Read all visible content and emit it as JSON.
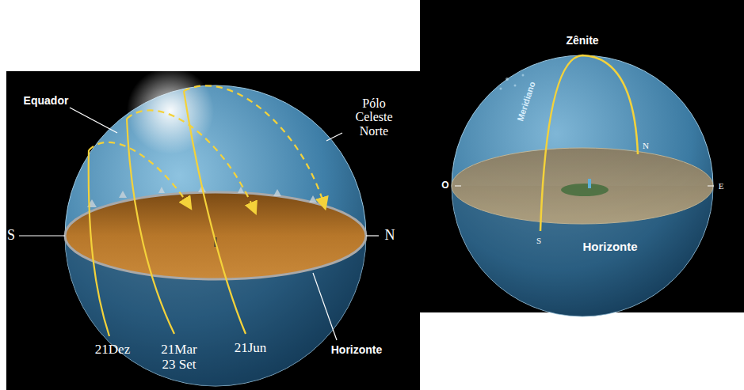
{
  "diagram": {
    "labels": [
      "Zênite",
      "Equador",
      "Pólo Celeste Norte",
      "S",
      "N",
      "21Dez",
      "21Mar 23 Set",
      "21Jun",
      "Horizonte",
      "Zênite",
      "Meridiano",
      "N",
      "O",
      "E",
      "S",
      "Horizonte"
    ]
  }
}
